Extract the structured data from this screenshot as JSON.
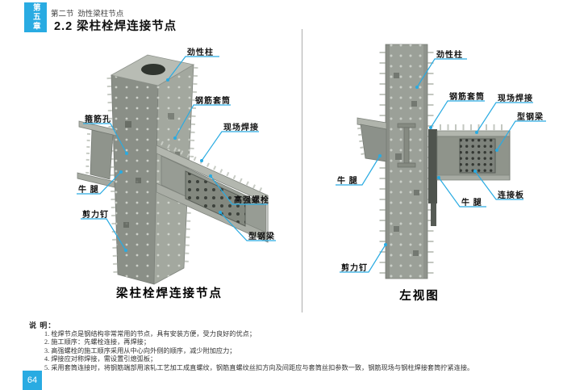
{
  "colors": {
    "accent": "#29ABE2"
  },
  "page": {
    "chapter_tab": "第五章",
    "section_header": "第二节  劲性梁柱节点",
    "title": "2.2 梁柱栓焊连接节点",
    "page_number": "64"
  },
  "figure_left": {
    "caption": "梁柱栓焊连接节点",
    "labels": {
      "rigid_column": "劲性柱",
      "rebar_sleeve": "钢筋套筒",
      "site_weld": "现场焊接",
      "stirrup_hole": "箍筋孔",
      "corbel": "牛 腿",
      "shear_stud": "剪力钉",
      "hs_bolt": "高强螺栓",
      "steel_beam": "型钢梁"
    }
  },
  "figure_right": {
    "caption": "左视图",
    "labels": {
      "rigid_column": "劲性柱",
      "rebar_sleeve": "钢筋套筒",
      "site_weld": "现场焊接",
      "steel_beam": "型钢梁",
      "corbel_left": "牛 腿",
      "corbel_mid": "牛 腿",
      "splice_plate": "连接板",
      "shear_stud": "剪力钉"
    }
  },
  "notes": {
    "heading": "说 明：",
    "items": [
      "1. 栓焊节点是钢结构非常常用的节点，具有安装方便，受力良好的优点；",
      "2. 施工顺序：先螺栓连接，再焊接；",
      "3. 高强螺栓的施工顺序采用从中心向外侧的顺序，减少附加应力；",
      "4. 焊接应对称焊接，需设置引熄弧板；",
      "5. 采用套筒连接时，将钢筋端部用滚轧工艺加工成直螺纹，钢筋直螺纹丝扣方向及间距应与套筒丝扣参数一致，钢筋现场与钢柱焊接套筒拧紧连接。"
    ]
  }
}
